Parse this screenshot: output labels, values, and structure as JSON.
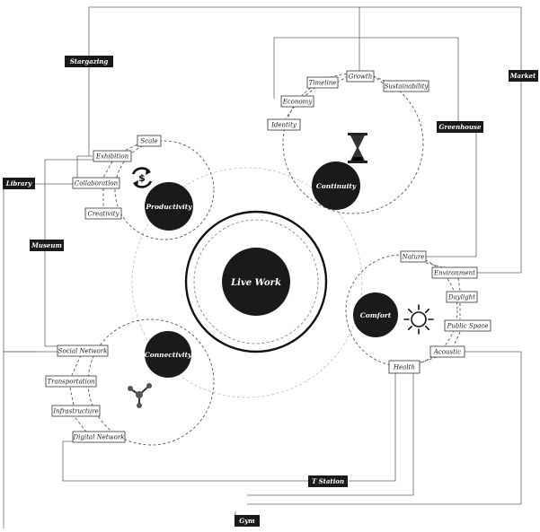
{
  "center": {
    "label": "Live Work"
  },
  "hubs": {
    "productivity": "Productivity",
    "continuity": "Continuity",
    "comfort": "Comfort",
    "connectivity": "Connectivity"
  },
  "places": {
    "stargazing": "Stargazing",
    "market": "Market",
    "greenhouse": "Greenhouse",
    "library": "Library",
    "museum": "Museum",
    "t_station": "T Station",
    "gym": "Gym"
  },
  "attributes": {
    "scale": "Scale",
    "exhibition": "Exhibition",
    "collaboration": "Collaboration",
    "creativity": "Creativity",
    "timeline": "Timeline",
    "growth": "Growth",
    "sustainability": "Sustainability",
    "economy": "Economy",
    "identity": "Identity",
    "nature": "Nature",
    "environment": "Environment",
    "daylight": "Daylight",
    "public_space": "Public Space",
    "acoustic": "Acoustic",
    "health": "Health",
    "social_network": "Social Network",
    "transportation": "Transportation",
    "infrastructure": "Infrastructure",
    "digital_network": "Digital Network"
  },
  "icons": {
    "productivity": "dollar-cycle-icon",
    "continuity": "hourglass-icon",
    "comfort": "sun-icon",
    "connectivity": "network-icon"
  }
}
